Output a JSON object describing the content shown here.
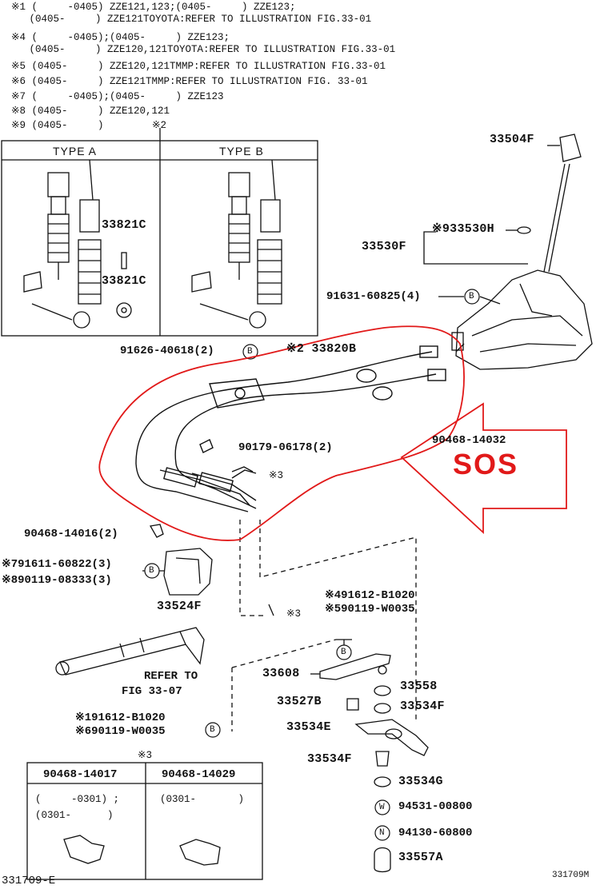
{
  "notes": [
    "※1 (     -0405) ZZE121,123;(0405-     ) ZZE123;",
    "   (0405-     ) ZZE121TOYOTA:REFER TO ILLUSTRATION FIG.33-01",
    "※4 (     -0405);(0405-     ) ZZE123;",
    "   (0405-     ) ZZE120,121TOYOTA:REFER TO ILLUSTRATION FIG.33-01",
    "※5 (0405-     ) ZZE120,121TMMP:REFER TO ILLUSTRATION FIG.33-01",
    "※6 (0405-     ) ZZE121TMMP:REFER TO ILLUSTRATION FIG. 33-01",
    "※7 (     -0405);(0405-     ) ZZE123",
    "※8 (0405-     ) ZZE120,121",
    "※9 (0405-     )",
    "※2"
  ],
  "type_box": {
    "type_a": "TYPE  A",
    "type_b": "TYPE  B",
    "part_upper": "33821C",
    "part_lower": "33821C"
  },
  "parts": {
    "p33504F": "33504F",
    "p33530H": "※933530H",
    "p33530F": "33530F",
    "p91631": "91631-60825(4)",
    "p91626": "91626-40618(2)",
    "p33820B": "※2 33820B",
    "p90179": "90179-06178(2)",
    "p90468_14032": "90468-14032",
    "p_ref3a": "※3",
    "p90468_14016": "90468-14016(2)",
    "p91611": "※791611-60822(3)",
    "p90119_08333": "※890119-08333(3)",
    "p33524F": "33524F",
    "p91612a": "※491612-B1020",
    "p90119a": "※590119-W0035",
    "p_ref3b": "※3",
    "refer_to": "REFER TO",
    "fig": "FIG 33-07",
    "p33608": "33608",
    "p33558": "33558",
    "p33527B": "33527B",
    "p33534F_a": "33534F",
    "p33534E": "33534E",
    "p33534F_b": "33534F",
    "p91612b": "※191612-B1020",
    "p90119b": "※690119-W0035",
    "p33534G": "33534G",
    "p94531": "94531-00800",
    "p94130": "94130-60800",
    "p33557A": "33557A",
    "b_marker": "B",
    "w_marker": "W",
    "n_marker": "N"
  },
  "clip_table": {
    "ref": "※3",
    "col1_part": "90468-14017",
    "col2_part": "90468-14029",
    "col1_date1": "(     -0301) ;",
    "col1_date2": "(0301-      )",
    "col2_date1": "(0301-       )"
  },
  "annotation": {
    "text": "SOS",
    "color": "#e11919"
  },
  "footer": {
    "left": "331709-E",
    "right": "331709M"
  }
}
